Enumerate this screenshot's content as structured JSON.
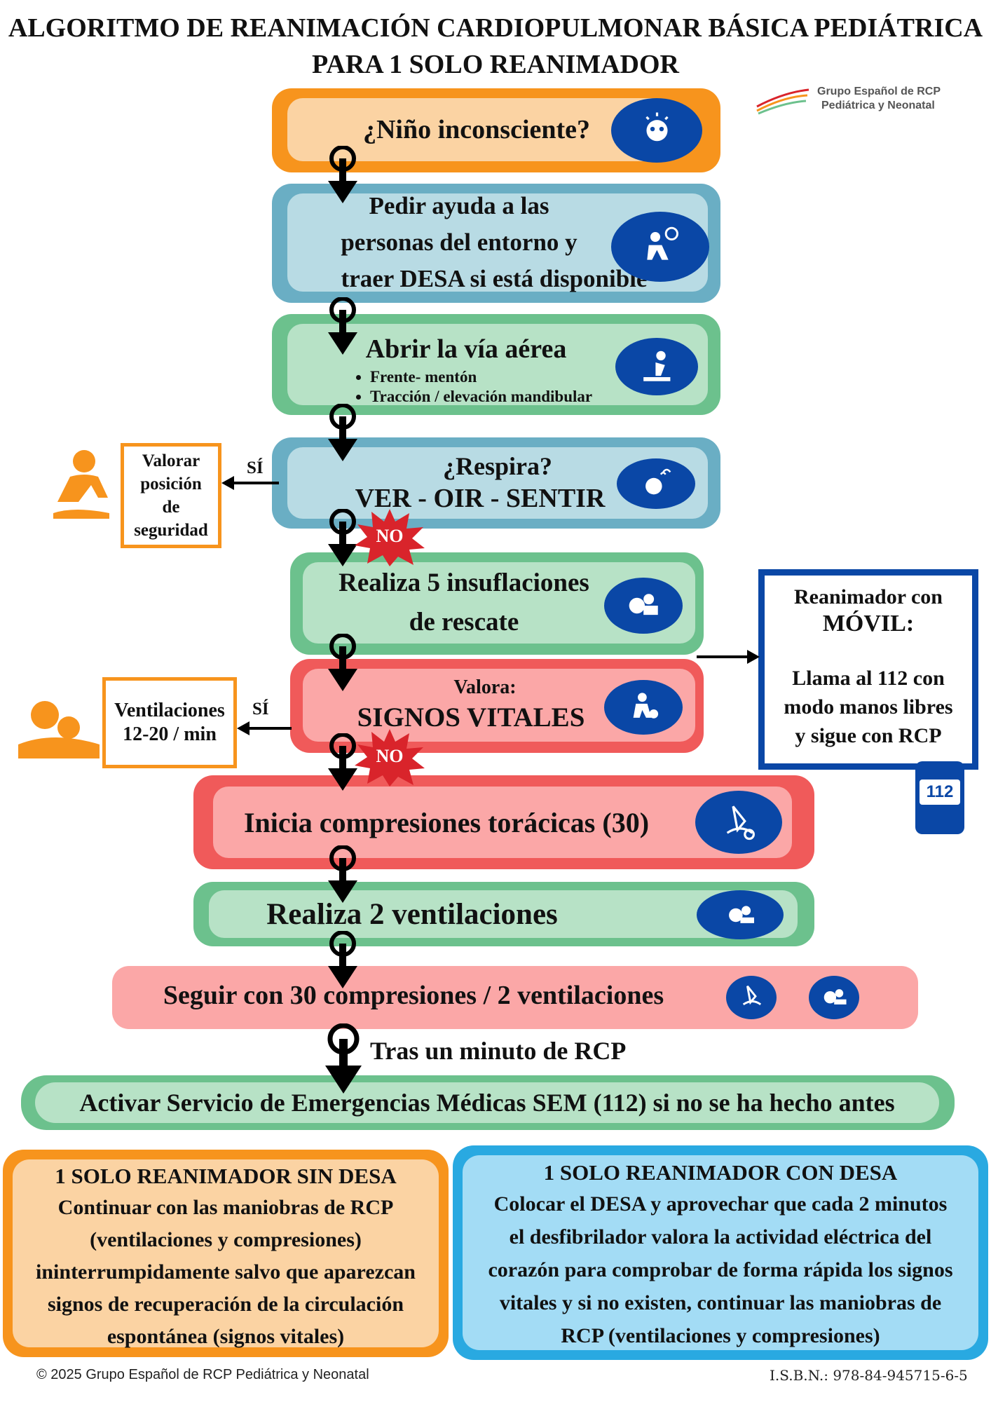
{
  "title": {
    "line1": "ALGORITMO DE REANIMACIÓN CARDIOPULMONAR BÁSICA PEDIÁTRICA",
    "line2": "PARA 1 SOLO REANIMADOR"
  },
  "logo": {
    "line1": "Grupo Español de RCP",
    "line2": "Pediátrica y Neonatal"
  },
  "steps": {
    "unconscious": "¿Niño inconsciente?",
    "help": [
      "Pedir ayuda a las",
      "personas del entorno y",
      "traer DESA si está disponible"
    ],
    "airway": {
      "title": "Abrir la vía aérea",
      "bullets": [
        "Frente- mentón",
        "Tracción / elevación mandibular"
      ]
    },
    "breathing": {
      "line1": "¿Respira?",
      "line2": "VER - OIR - SENTIR"
    },
    "rescue": [
      "Realiza 5 insuflaciones",
      "de rescate"
    ],
    "vitals": {
      "line1": "Valora:",
      "line2": "SIGNOS VITALES"
    },
    "compressions": "Inicia compresiones torácicas (30)",
    "ventilations": "Realiza 2 ventilaciones",
    "cycle": "Seguir con 30 compresiones / 2 ventilaciones",
    "after_minute": "Tras un minuto de RCP",
    "activate": "Activar Servicio de Emergencias Médicas SEM (112) si no se ha hecho antes"
  },
  "side": {
    "position": [
      "Valorar",
      "posición",
      "de",
      "seguridad"
    ],
    "ventilations": [
      "Ventilaciones",
      "12-20 / min"
    ],
    "yes_label": "SÍ",
    "no_label": "NO"
  },
  "mobile": {
    "title1": "Reanimador con",
    "title2": "MÓVIL:",
    "body": [
      "Llama al 112 con",
      "modo manos libres",
      "y sigue con RCP"
    ],
    "phone_number": "112"
  },
  "bottom": {
    "left": {
      "title": "1 SOLO REANIMADOR SIN DESA",
      "lines": [
        "Continuar con las maniobras de RCP",
        "(ventilaciones y compresiones)",
        "ininterrumpidamente salvo que aparezcan",
        "signos de recuperación de la circulación",
        "espontánea (signos vitales)"
      ]
    },
    "right": {
      "title": "1 SOLO REANIMADOR CON DESA",
      "lines": [
        "Colocar el DESA y aprovechar que cada 2 minutos",
        "el desfibrilador valora la actividad eléctrica del",
        "corazón para comprobar de forma rápida los signos",
        "vitales y si no existen, continuar las maniobras de",
        "RCP (ventilaciones y compresiones)"
      ]
    }
  },
  "footer": {
    "copyright": "© 2025 Grupo Español de RCP Pediátrica y Neonatal",
    "isbn": "I.S.B.N.: 978-84-945715-6-5"
  },
  "colors": {
    "orange": "#f7941d",
    "orange_light": "#fbd3a3",
    "teal": "#6aaec4",
    "teal_light": "#b8dbe4",
    "green": "#6cc18d",
    "green_light": "#b7e2c6",
    "red": "#f05a5a",
    "red_light": "#fba7a7",
    "blue_icon": "#0a47a6",
    "blue_box": "#29a9e1",
    "blue_box_light": "#a3dcf5",
    "starburst": "#d9242b"
  }
}
